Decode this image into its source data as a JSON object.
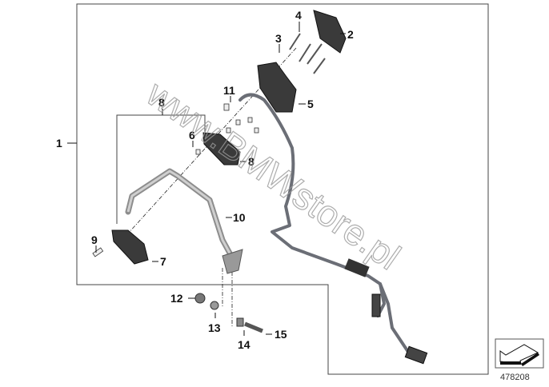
{
  "diagram": {
    "labels": {
      "p1": "1",
      "p2": "2",
      "p3": "3",
      "p4": "4",
      "p5": "5",
      "p6": "6",
      "p7": "7",
      "p8a": "8",
      "p8b": "8",
      "p9": "9",
      "p10": "10",
      "p11": "11",
      "p12": "12",
      "p13": "13",
      "p14": "14",
      "p15": "15"
    },
    "watermark": "www.BMWstore.pl",
    "reference_number": "478208",
    "icon": "direction-arrow-icon"
  }
}
